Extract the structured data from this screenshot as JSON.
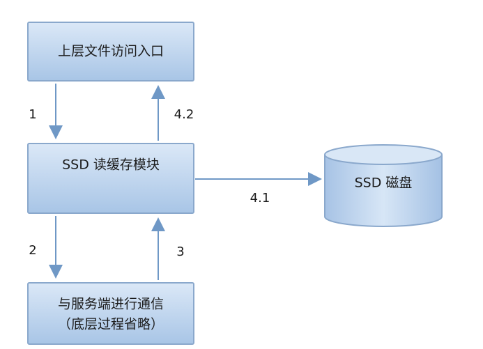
{
  "nodes": {
    "top": {
      "label": "上层文件访问入口"
    },
    "cache": {
      "label": "SSD 读缓存模块"
    },
    "bottom": {
      "line1": "与服务端进行通信",
      "line2": "（底层过程省略）"
    },
    "disk": {
      "label": "SSD 磁盘"
    }
  },
  "edges": {
    "e1": "1",
    "e2": "2",
    "e3": "3",
    "e41": "4.1",
    "e42": "4.2"
  },
  "colors": {
    "box_fill_top": "#d7e6f6",
    "box_fill_bottom": "#a9c6e6",
    "box_stroke": "#8aa8cc",
    "arrow": "#6f98c6",
    "text": "#1c1c1c"
  }
}
